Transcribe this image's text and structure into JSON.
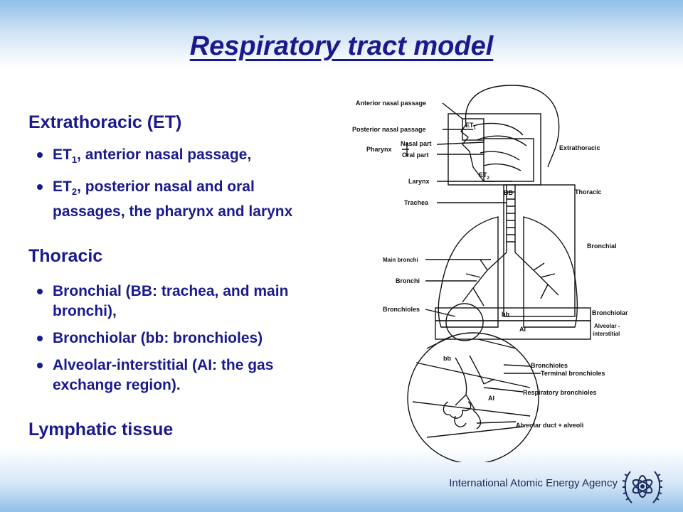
{
  "title": "Respiratory tract model",
  "sections": {
    "extrathoracic": {
      "heading": "Extrathoracic (ET)",
      "items": [
        {
          "label": "ET",
          "sub": "1",
          "text": ", anterior nasal passage,"
        },
        {
          "label": "ET",
          "sub": "2",
          "text": ", posterior nasal and oral passages, the pharynx and larynx"
        }
      ]
    },
    "thoracic": {
      "heading": "Thoracic",
      "items": [
        "Bronchial (BB: trachea, and main bronchi),",
        "Bronchiolar (bb: bronchioles)",
        "Alveolar-interstitial (AI: the gas exchange region)."
      ]
    },
    "lymphatic": {
      "heading": "Lymphatic tissue"
    }
  },
  "diagram": {
    "labels": {
      "anterior_nasal": "Anterior nasal passage",
      "posterior_nasal": "Posterior nasal passage",
      "pharynx": "Pharynx",
      "nasal_part": "Nasal part",
      "oral_part": "Oral part",
      "larynx": "Larynx",
      "trachea": "Trachea",
      "main_bronchi": "Main bronchi",
      "bronchi": "Bronchi",
      "bronchioles": "Bronchioles",
      "et1": "ET",
      "et1_sub": "1",
      "et2": "ET",
      "et2_sub": "2",
      "bb_upper": "BB",
      "extrathoracic": "Extrathoracic",
      "thoracic": "Thoracic",
      "bronchial": "Bronchial",
      "bb_lower": "bb",
      "ai": "AI",
      "bronchiolar": "Bronchiolar",
      "alveolar_1": "Alveolar -",
      "alveolar_2": "interstitial",
      "inset_bb": "bb",
      "inset_ai": "AI",
      "inset_bronchioles": "Bronchioles",
      "terminal_bronchioles": "Terminal bronchioles",
      "respiratory_bronchioles": "Respiratory bronchioles",
      "alveolar_duct": "Alveolar duct + alveoli"
    }
  },
  "footer": {
    "organization": "International Atomic Energy Agency"
  },
  "colors": {
    "text": "#1a1a8c",
    "band": "#8fbfe8"
  }
}
